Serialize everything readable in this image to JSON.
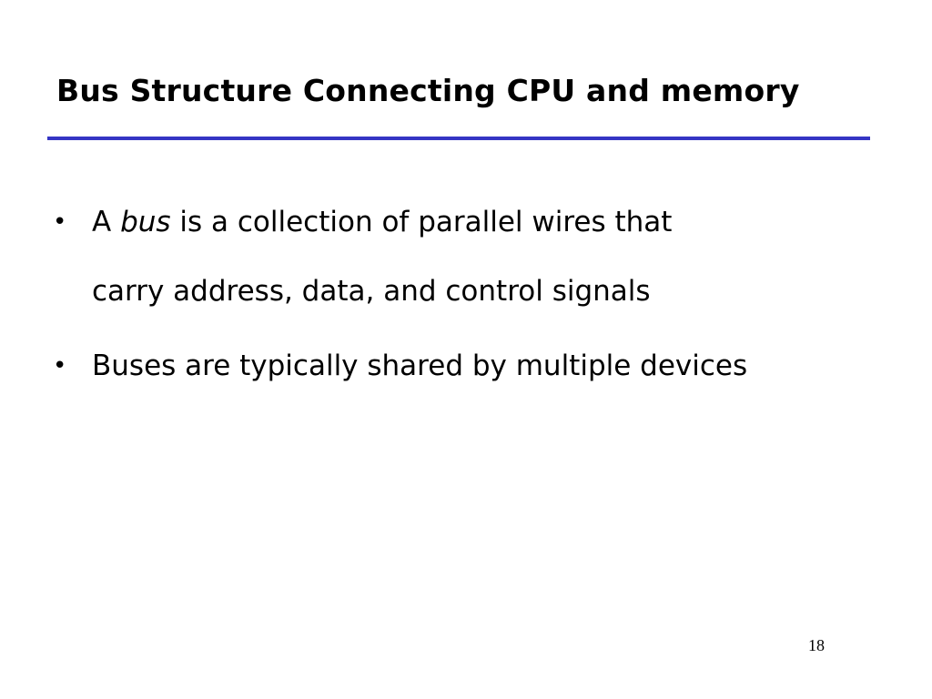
{
  "slide": {
    "title": "Bus Structure Connecting CPU and memory",
    "rule_color": "#3535c4",
    "bullet_symbol": "•",
    "bullets": [
      {
        "lead": "A ",
        "emphasis": "bus",
        "rest_line1": " is a collection of parallel wires that",
        "line2": "carry address, data, and control signals"
      },
      {
        "line1": "Buses are typically shared by multiple devices"
      }
    ],
    "page_number": "18"
  }
}
